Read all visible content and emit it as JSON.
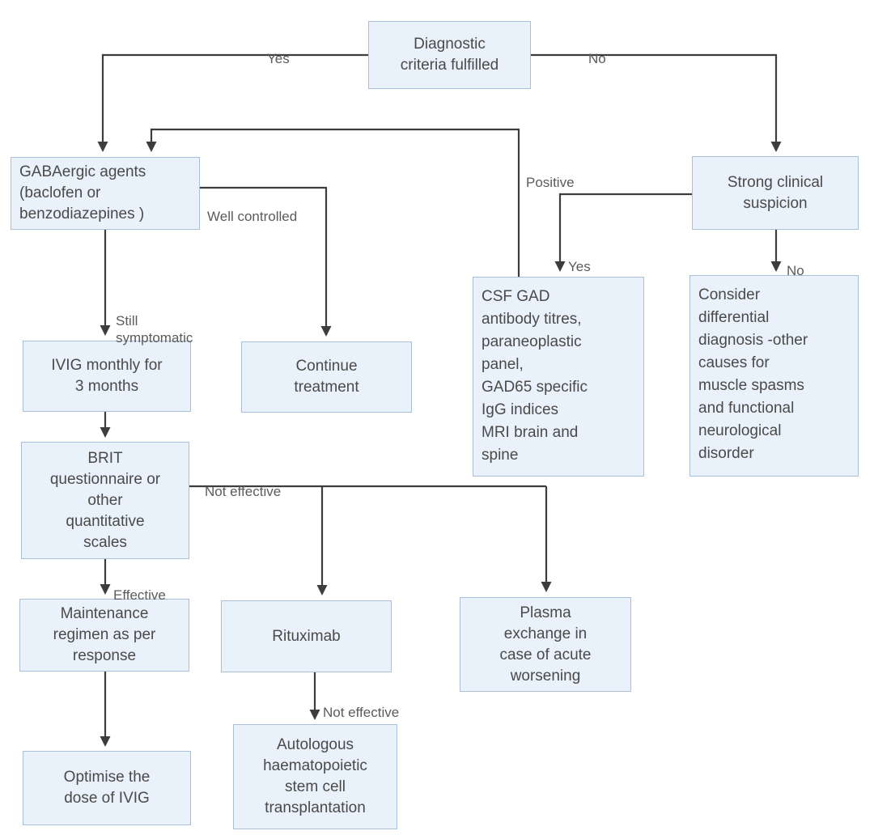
{
  "diagram": {
    "title": "Stiff person syndrome diagnostic and treatment algorithm",
    "colors": {
      "node_fill": "#e9f1fa",
      "node_border": "#a9c0d8",
      "edge_stroke": "#3d3d3d",
      "text": "#4a4a4a",
      "label_text": "#5b5b5b",
      "background": "#ffffff"
    },
    "nodes": [
      {
        "id": "diagnostic_criteria",
        "label": "Diagnostic\ncriteria fulfilled"
      },
      {
        "id": "gabaergic_agents",
        "label": "GABAergic agents\n(baclofen or\nbenzodiazepines )"
      },
      {
        "id": "strong_clinical_suspicion",
        "label": "Strong clinical\nsuspicion"
      },
      {
        "id": "csf_gad_panel",
        "label": "CSF GAD\nantibody titres,\nparaneoplastic\npanel,\nGAD65 specific\nIgG indices\nMRI brain and\nspine"
      },
      {
        "id": "consider_differential",
        "label": "Consider\ndifferential\ndiagnosis -other\ncauses for\nmuscle spasms\nand   functional\nneurological\ndisorder"
      },
      {
        "id": "ivig_monthly",
        "label": "IVIG monthly for\n3 months"
      },
      {
        "id": "continue_treatment",
        "label": "Continue\ntreatment"
      },
      {
        "id": "brit_questionnaire",
        "label": "BRIT\nquestionnaire or\nother\nquantitative\nscales"
      },
      {
        "id": "maintenance_regimen",
        "label": "Maintenance\nregimen as per\nresponse"
      },
      {
        "id": "rituximab",
        "label": "Rituximab"
      },
      {
        "id": "plasma_exchange",
        "label": "Plasma\nexchange in\ncase of acute\nworsening"
      },
      {
        "id": "optimise_ivig",
        "label": "Optimise the\ndose of IVIG"
      },
      {
        "id": "autologous_hsct",
        "label": "Autologous\nhaematopoietic\nstem cell\ntransplantation"
      }
    ],
    "edge_labels": [
      {
        "id": "yes_criteria",
        "text": "Yes"
      },
      {
        "id": "no_criteria",
        "text": "No"
      },
      {
        "id": "well_controlled",
        "text": "Well controlled"
      },
      {
        "id": "still_symptomatic",
        "text": "Still\nsymptomatic"
      },
      {
        "id": "positive_gad",
        "text": "Positive"
      },
      {
        "id": "yes_suspicion",
        "text": "Yes"
      },
      {
        "id": "no_suspicion",
        "text": "No"
      },
      {
        "id": "not_effective_brit",
        "text": "Not effective"
      },
      {
        "id": "effective_brit",
        "text": "Effective"
      },
      {
        "id": "not_effective_rituximab",
        "text": "Not effective"
      }
    ]
  }
}
